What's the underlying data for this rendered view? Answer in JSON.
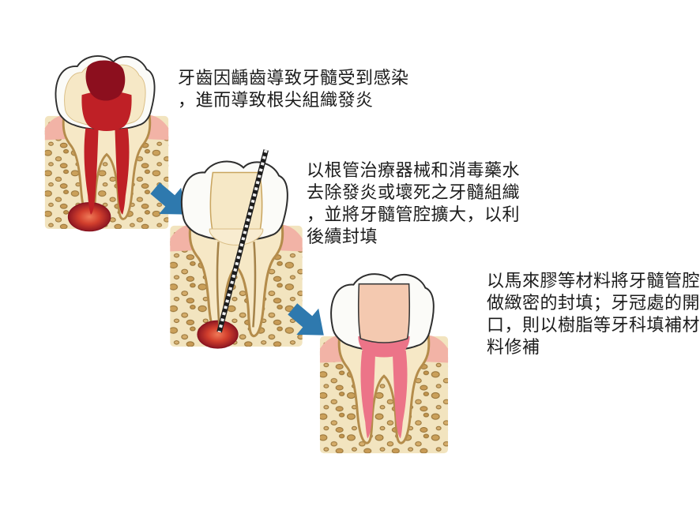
{
  "diagram": {
    "topic": "root-canal-treatment-steps",
    "steps": [
      {
        "name": "pulp-infection",
        "description": "牙齒因齲齒導致牙髓受到感染\n，進而導致根尖組織發炎"
      },
      {
        "name": "cleaning-and-shaping",
        "description": "以根管治療器械和消毒藥水\n去除發炎或壞死之牙髓組織\n，並將牙髓管腔擴大，以利\n後續封填"
      },
      {
        "name": "obturation-and-restoration",
        "description": "以馬來膠等材料將牙髓管腔\n做緻密的封填；牙冠處的開\n口，則以樹脂等牙科填補材\n料修補"
      }
    ]
  },
  "colors": {
    "arrow_blue": "#2e79ae",
    "decay_dark_red": "#8c0f1e",
    "pulp_red": "#bf2026",
    "abscess_core": "#ef7a58",
    "abscess_rim": "#8f1722",
    "filling_pink": "#ec7488",
    "crown_filling_tan": "#f4c9b0",
    "bone_cream": "#f2e4bf",
    "pebble_brown": "#c89c55",
    "gum_pink": "#f2b3a6",
    "dentin_cream": "#f6e8c6",
    "enamel_white": "#fbfbf8",
    "file_dark": "#1c1c1c"
  }
}
